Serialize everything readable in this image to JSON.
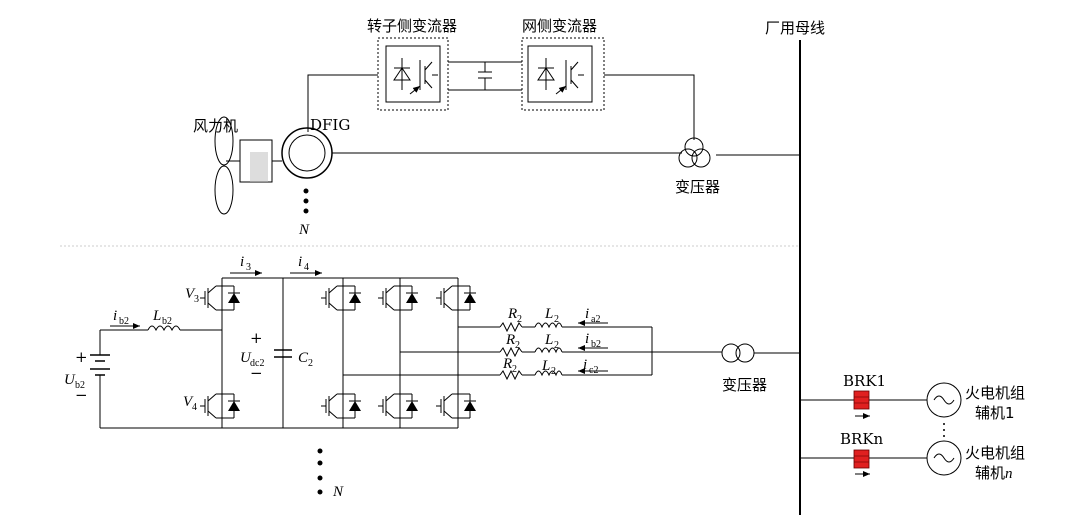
{
  "labels": {
    "rotor_converter": "转子侧变流器",
    "grid_converter": "网侧变流器",
    "busbar": "厂用母线",
    "wind_turbine": "风力机",
    "dfig": "DFIG",
    "transformer_top": "变压器",
    "transformer_bottom": "变压器",
    "n_top": "N",
    "n_bottom": "N",
    "brk1": "BRK1",
    "brkn": "BRKn",
    "aux1_line1": "火电机组",
    "aux1_line2": "辅机1",
    "auxn_line1": "火电机组",
    "auxn_line2_prefix": "辅机",
    "auxn_line2_italic": "n"
  },
  "symbols": {
    "i3": "i",
    "i3_sub": "3",
    "i4": "i",
    "i4_sub": "4",
    "V3": "V",
    "V3_sub": "3",
    "V4": "V",
    "V4_sub": "4",
    "ib2": "i",
    "ib2_sub": "b2",
    "Lb2": "L",
    "Lb2_sub": "b2",
    "Ub2": "U",
    "Ub2_sub": "b2",
    "Udc2": "U",
    "Udc2_sub": "dc2",
    "C2": "C",
    "C2_sub": "2",
    "R2a": "R",
    "R2a_sub": "2",
    "R2b": "R",
    "R2b_sub": "2",
    "R2c": "R",
    "R2c_sub": "2",
    "L2a": "L",
    "L2a_sub": "2",
    "L2b": "L",
    "L2b_sub": "2",
    "L2c": "L",
    "L2c_sub": "2",
    "ia2": "i",
    "ia2_sub": "a2",
    "ib2b": "i",
    "ib2b_sub": "b2",
    "ic2": "i",
    "ic2_sub": "c2",
    "plus": "+",
    "minus": "−"
  },
  "colors": {
    "breaker_fill": "#e02020",
    "line": "#000000",
    "separator": "#cccccc"
  }
}
